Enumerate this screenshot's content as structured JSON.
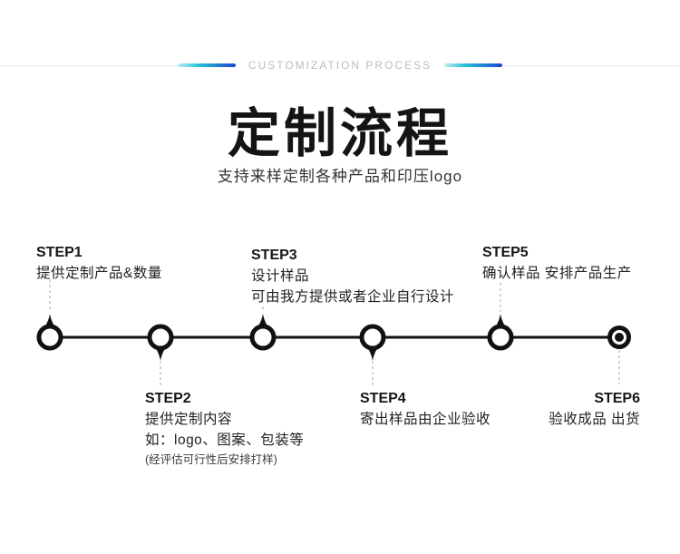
{
  "header": {
    "eyebrow": "CUSTOMIZATION PROCESS"
  },
  "title": "定制流程",
  "subtitle": "支持来样定制各种产品和印压logo",
  "steps": [
    {
      "label": "STEP1",
      "position": "above",
      "lines": [
        "提供定制产品&数量"
      ]
    },
    {
      "label": "STEP2",
      "position": "below",
      "lines": [
        "提供定制内容",
        "如：logo、图案、包装等"
      ],
      "note": "(经评估可行性后安排打样)"
    },
    {
      "label": "STEP3",
      "position": "above",
      "lines": [
        "设计样品",
        "可由我方提供或者企业自行设计"
      ]
    },
    {
      "label": "STEP4",
      "position": "below",
      "lines": [
        "寄出样品由企业验收"
      ]
    },
    {
      "label": "STEP5",
      "position": "above",
      "lines": [
        "确认样品  安排产品生产"
      ]
    },
    {
      "label": "STEP6",
      "position": "below",
      "lines": [
        "验收成品 出货"
      ]
    }
  ],
  "colors": {
    "accent_cyan": "#28c2d9",
    "accent_blue": "#1c45cf",
    "timeline_black": "#111111",
    "eyebrow_gray": "#b8bdc5"
  }
}
